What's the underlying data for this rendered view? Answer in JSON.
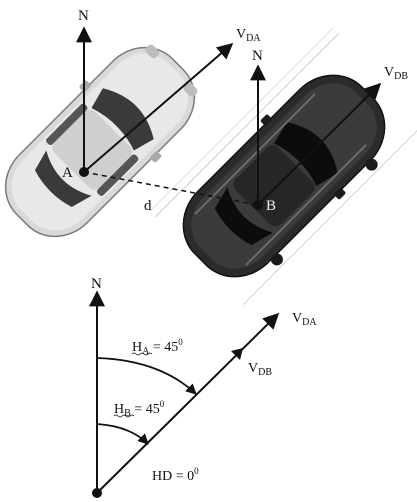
{
  "labels": {
    "north_a": "N",
    "north_b": "N",
    "velocity_a_prefix": "V",
    "velocity_a_sub": "DA",
    "velocity_b_prefix": "V",
    "velocity_b_sub": "DB",
    "point_a": "A",
    "point_b": "B",
    "distance": "d"
  },
  "bottom": {
    "north": "N",
    "velocity_a_prefix": "V",
    "velocity_a_sub": "DA",
    "velocity_b_prefix": "V",
    "velocity_b_sub": "DB",
    "heading_a_h": "H",
    "heading_a_sub": "A",
    "heading_a_value": " = 45",
    "heading_b_h": "H",
    "heading_b_sub": "B",
    "heading_b_value": " = 45",
    "degree_mark": "0",
    "hd_text": "HD = 0"
  },
  "colors": {
    "ink": "#111111",
    "car_a_body": "#d9d9d9",
    "car_a_glass": "#3a3a3a",
    "car_b_body": "#2b2b2b",
    "car_b_glass": "#0c0c0c"
  }
}
